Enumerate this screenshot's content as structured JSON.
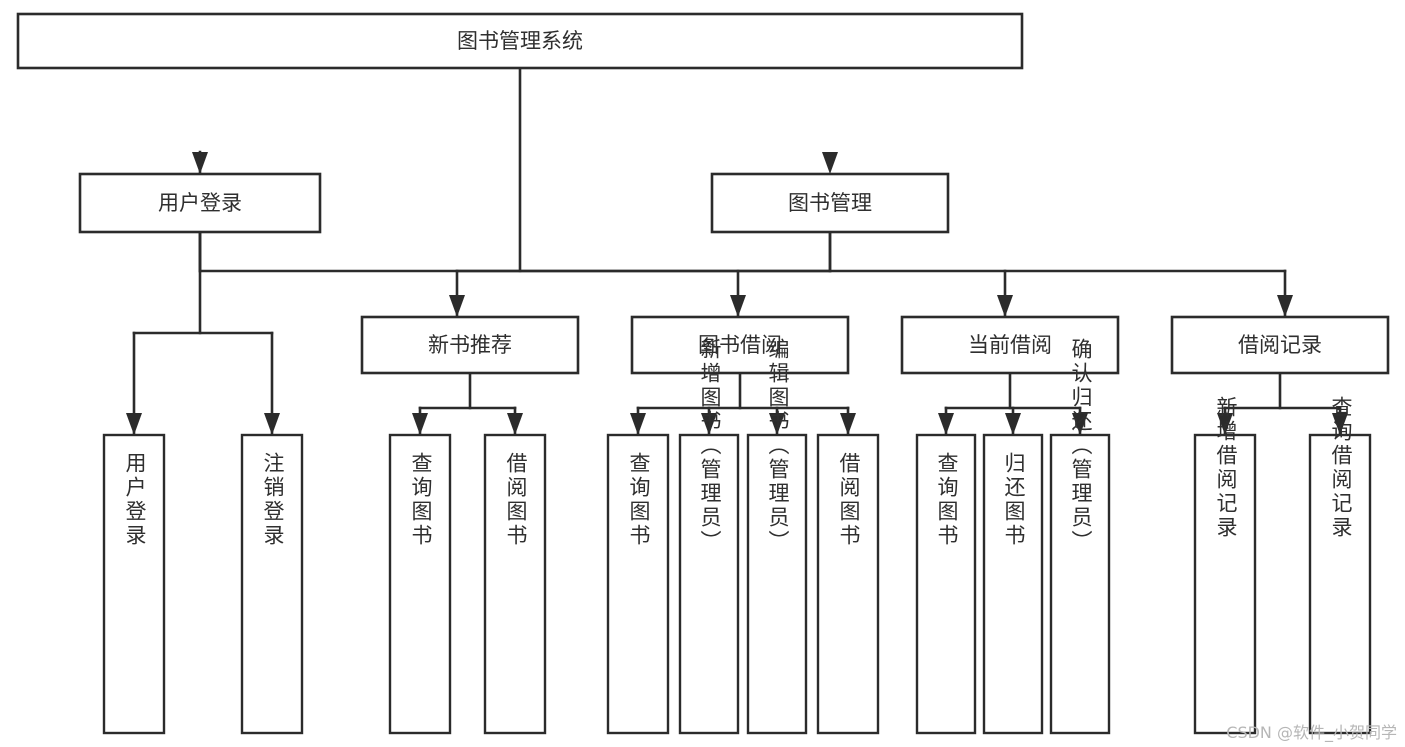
{
  "diagram": {
    "type": "tree-hierarchy",
    "title": "图书管理系统",
    "orientation": "top-down",
    "colors": {
      "box_stroke": "#2b2b2b",
      "box_fill": "#ffffff",
      "text": "#2f2f2f",
      "connector": "#2b2b2b",
      "background": "#ffffff",
      "watermark": "#b6b6b6"
    },
    "root": {
      "label": "图书管理系统"
    },
    "level2": [
      {
        "id": "user-login",
        "label": "用户登录"
      },
      {
        "id": "book-manage",
        "label": "图书管理"
      }
    ],
    "level3": [
      {
        "id": "new-book-recommend",
        "label": "新书推荐",
        "parent": "book-manage"
      },
      {
        "id": "book-borrow",
        "label": "图书借阅",
        "parent": "book-manage"
      },
      {
        "id": "current-borrow",
        "label": "当前借阅",
        "parent": "book-manage"
      },
      {
        "id": "borrow-record",
        "label": "借阅记录",
        "parent": "book-manage"
      }
    ],
    "leaves": [
      {
        "id": "leaf-user-login",
        "label": "用户登录",
        "parent": "user-login"
      },
      {
        "id": "leaf-user-logout",
        "label": "注销登录",
        "parent": "user-login"
      },
      {
        "id": "leaf-query-book-1",
        "label": "查询图书",
        "parent": "new-book-recommend"
      },
      {
        "id": "leaf-borrow-book-1",
        "label": "借阅图书",
        "parent": "new-book-recommend"
      },
      {
        "id": "leaf-query-book-2",
        "label": "查询图书",
        "parent": "book-borrow"
      },
      {
        "id": "leaf-add-book",
        "label": "新增图书（管理员）",
        "parent": "book-borrow"
      },
      {
        "id": "leaf-edit-book",
        "label": "编辑图书（管理员）",
        "parent": "book-borrow"
      },
      {
        "id": "leaf-borrow-book-2",
        "label": "借阅图书",
        "parent": "book-borrow"
      },
      {
        "id": "leaf-query-book-3",
        "label": "查询图书",
        "parent": "current-borrow"
      },
      {
        "id": "leaf-return-book",
        "label": "归还图书",
        "parent": "current-borrow"
      },
      {
        "id": "leaf-confirm-return",
        "label": "确认归还（管理员）",
        "parent": "current-borrow"
      },
      {
        "id": "leaf-add-record",
        "label": "新增借阅记录",
        "parent": "borrow-record"
      },
      {
        "id": "leaf-query-record",
        "label": "查询借阅记录",
        "parent": "borrow-record"
      }
    ]
  },
  "watermark": {
    "text": "CSDN @软件_小贺同学"
  }
}
